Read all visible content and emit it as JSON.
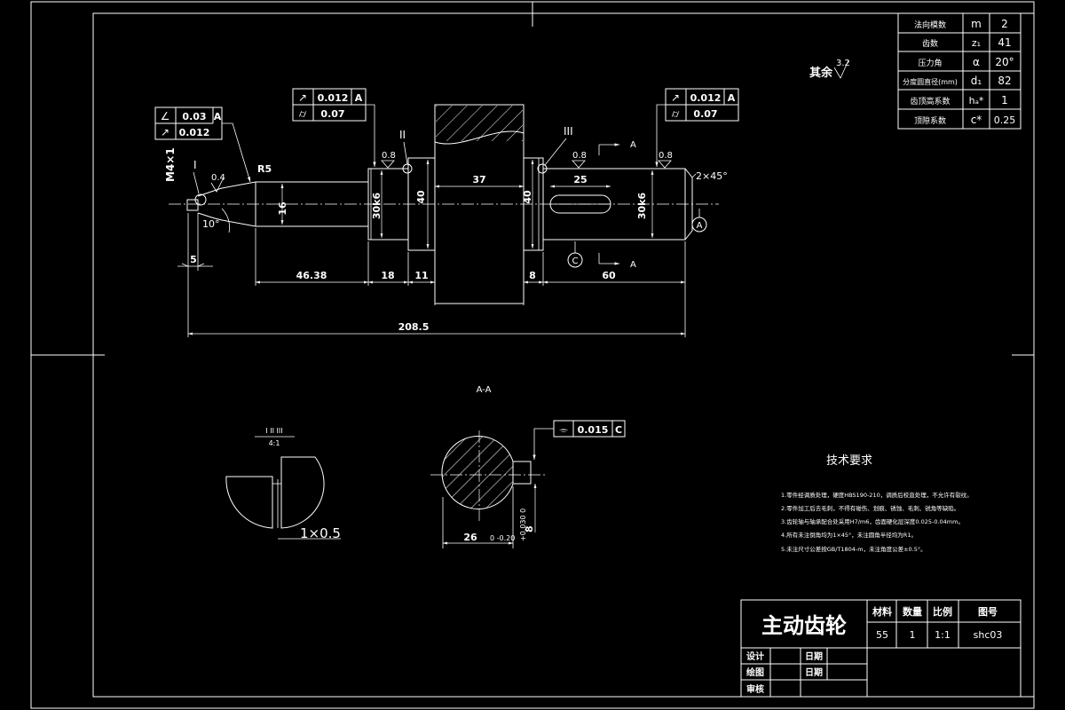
{
  "params_table": {
    "rows": [
      {
        "name": "法向模数",
        "symbol": "m",
        "value": "2"
      },
      {
        "name": "齿数",
        "symbol": "z₁",
        "value": "41"
      },
      {
        "name": "压力角",
        "symbol": "α",
        "value": "20°"
      },
      {
        "name": "分度圆直径(mm)",
        "symbol": "d₁",
        "value": "82"
      },
      {
        "name": "齿顶高系数",
        "symbol": "hₐ*",
        "value": "1"
      },
      {
        "name": "顶隙系数",
        "symbol": "c*",
        "value": "0.25"
      }
    ]
  },
  "surface_other": {
    "label": "其余",
    "value": "3.2"
  },
  "tolerance_frames": {
    "left_top": [
      {
        "symbol": "∠",
        "value": "0.03",
        "datum": "A"
      },
      {
        "symbol": "↗",
        "value": "0.012",
        "datum": ""
      }
    ],
    "mid_top": [
      {
        "symbol": "↗",
        "value": "0.012",
        "datum": "A"
      },
      {
        "symbol": "⌭",
        "value": "0.07",
        "datum": ""
      }
    ],
    "right_top": [
      {
        "symbol": "↗",
        "value": "0.012",
        "datum": "A"
      },
      {
        "symbol": "⌭",
        "value": "0.07",
        "datum": ""
      }
    ],
    "section": [
      {
        "symbol": "⌯",
        "value": "0.015",
        "datum": "C"
      }
    ]
  },
  "labels": {
    "thread": "M4×1",
    "roman1": "I",
    "roman2": "II",
    "roman3": "III",
    "radius": "R5",
    "rough_04": "0.4",
    "rough_08a": "0.8",
    "rough_08b": "0.8",
    "rough_08c": "0.8",
    "angle10": "10°",
    "chamfer": "2×45°",
    "datum_a": "A",
    "datum_c": "C",
    "sec_a_top": "A",
    "sec_a_bot": "A",
    "dim_16": "16",
    "dim_30k6_l": "30k6",
    "dim_40_l": "40",
    "dim_37": "37",
    "dim_40_r": "40",
    "dim_25": "25",
    "dim_30k6_r": "30k6",
    "dim_5": "5",
    "dim_4638": "46.38",
    "dim_18": "18",
    "dim_11": "11",
    "dim_8": "8",
    "dim_60": "60",
    "dim_2085": "208.5"
  },
  "section": {
    "title": "A-A",
    "width": "26",
    "width_tol": "0 -0.20",
    "key": "8",
    "key_tol": "+0.030 0"
  },
  "detail": {
    "title": "I II III",
    "scale": "4:1",
    "chamfer": "1×0.5"
  },
  "tech_req": {
    "title": "技术要求",
    "items": [
      "1.零件经调质处理，硬度HBS190-210，调质后校直处理，不允许有裂纹。",
      "2.零件加工后去毛刺，不得有碰伤、划痕、锈蚀、毛刺、锐角等缺陷。",
      "3.齿轮轴与轴承配合处采用H7/m6，齿面硬化层深度0.025-0.04mm。",
      "4.所有未注倒角均为1×45°，未注圆角半径均为R1。",
      "5.未注尺寸公差按GB/T1804-m，未注角度公差±0.5°。"
    ]
  },
  "title_block": {
    "part_name": "主动齿轮",
    "headers": [
      "材料",
      "数量",
      "比例",
      "图号"
    ],
    "values": [
      "55",
      "1",
      "1:1",
      "shc03"
    ],
    "rows": [
      {
        "role": "设计",
        "date_label": "日期"
      },
      {
        "role": "绘图",
        "date_label": "日期"
      },
      {
        "role": "审核",
        "date_label": ""
      }
    ]
  },
  "colors": {
    "background": "#000000",
    "line": "#ffffff"
  }
}
